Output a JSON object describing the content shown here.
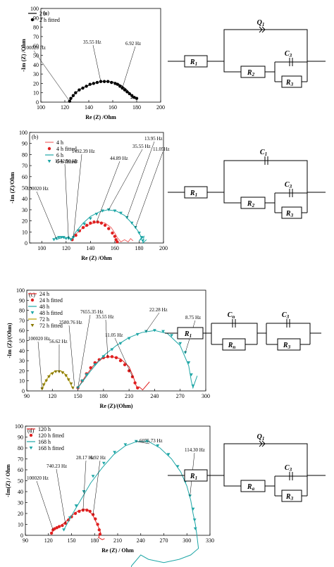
{
  "chart_data": [
    {
      "type": "scatter",
      "panel_label": "(a)",
      "xlabel": "Re (Z) /Ohm",
      "ylabel": "-Im (Z) /Ohm",
      "xlim": [
        100,
        200
      ],
      "ylim": [
        0,
        100
      ],
      "xticks": [
        100,
        120,
        140,
        160,
        180,
        200
      ],
      "yticks": [
        0,
        10,
        20,
        30,
        40,
        50,
        60,
        70,
        80,
        90,
        100
      ],
      "series": [
        {
          "name": "2 h",
          "style": "line",
          "color": "#000000",
          "x": [
            124,
            126,
            129,
            133,
            138,
            144,
            150,
            156,
            162,
            167,
            171,
            174,
            176,
            177,
            175,
            178,
            181
          ],
          "y": [
            1,
            5,
            10,
            14,
            17,
            20,
            22,
            22,
            21,
            18,
            14,
            10,
            7,
            5,
            4,
            5,
            4
          ]
        },
        {
          "name": "2 h fitted",
          "style": "dot",
          "color": "#000000",
          "x": [
            124,
            125,
            127,
            129,
            132,
            135,
            138,
            141,
            144,
            147,
            150,
            153,
            156,
            159,
            162,
            164,
            166,
            168,
            170,
            172,
            174,
            176,
            178,
            180
          ],
          "y": [
            1,
            4,
            7,
            10,
            13,
            15,
            17,
            19,
            20,
            21,
            22,
            22,
            22,
            21,
            20,
            19,
            17,
            15,
            13,
            11,
            9,
            7,
            5,
            4
          ]
        }
      ],
      "annotations": [
        {
          "text": "100020 Hz",
          "x": 124,
          "y": 1
        },
        {
          "text": "35.55 Hz",
          "x": 150,
          "y": 22
        },
        {
          "text": "6.92 Hz",
          "x": 168,
          "y": 15
        }
      ]
    },
    {
      "type": "scatter",
      "panel_label": "(b)",
      "xlabel": "Re (Z) /Ohm",
      "ylabel": "-Im (Z)/Ohm",
      "xlim": [
        90,
        200
      ],
      "ylim": [
        0,
        100
      ],
      "xticks": [
        100,
        120,
        140,
        160,
        180,
        200
      ],
      "yticks": [
        0,
        10,
        20,
        30,
        40,
        50,
        60,
        70,
        80,
        90,
        100
      ],
      "series": [
        {
          "name": "4 h",
          "style": "line",
          "color": "#f06a6a",
          "x": [
            124,
            128,
            134,
            140,
            146,
            152,
            157,
            160,
            162,
            165,
            168,
            171,
            173,
            175
          ],
          "y": [
            2,
            8,
            14,
            17,
            19,
            18,
            14,
            9,
            5,
            1,
            3,
            1,
            4,
            2
          ]
        },
        {
          "name": "4 h fitted",
          "style": "dot",
          "color": "#e02020",
          "x": [
            125,
            128,
            131,
            134,
            137,
            140,
            143,
            146,
            149,
            152,
            155,
            158,
            160,
            161,
            162
          ],
          "y": [
            3,
            7,
            11,
            14,
            16,
            18,
            19,
            19,
            18,
            16,
            13,
            9,
            6,
            3,
            1
          ]
        },
        {
          "name": "6 h",
          "style": "line",
          "color": "#1ea6a6",
          "x": [
            112,
            114,
            117,
            120,
            122,
            124,
            128,
            134,
            140,
            147,
            154,
            161,
            168,
            174,
            179,
            182,
            180,
            184,
            183,
            186
          ],
          "y": [
            3,
            4,
            5,
            4,
            6,
            3,
            10,
            18,
            24,
            28,
            30,
            29,
            25,
            18,
            11,
            5,
            2,
            6,
            0,
            3
          ]
        },
        {
          "name": "6 h fitted",
          "style": "tri",
          "color": "#1ea6a6",
          "x": [
            110,
            112,
            114,
            116,
            118,
            120,
            122,
            124,
            126,
            130,
            135,
            140,
            145,
            150,
            155,
            160,
            165,
            170,
            174,
            177,
            180,
            182,
            183
          ],
          "y": [
            3,
            4,
            5,
            5,
            5,
            4,
            4,
            3,
            5,
            11,
            17,
            22,
            26,
            29,
            30,
            29,
            27,
            23,
            18,
            14,
            9,
            5,
            2
          ]
        }
      ],
      "annotations": [
        {
          "text": "100020 Hz",
          "x": 112,
          "y": 4
        },
        {
          "text": "1542.90 Hz",
          "x": 122,
          "y": 4
        },
        {
          "text": "1492.39 Hz",
          "x": 126,
          "y": 5
        },
        {
          "text": "44.89 Hz",
          "x": 145,
          "y": 19
        },
        {
          "text": "35.55 Hz",
          "x": 155,
          "y": 30
        },
        {
          "text": "13.95 Hz",
          "x": 170,
          "y": 23
        },
        {
          "text": "11.05Hz",
          "x": 177,
          "y": 14
        }
      ]
    },
    {
      "type": "scatter",
      "panel_label": "(c)",
      "xlabel": "Re (Z)/(Ohm)",
      "ylabel": "-Im (Z)/(Ohm)",
      "xlim": [
        90,
        300
      ],
      "ylim": [
        0,
        100
      ],
      "xticks": [
        90,
        120,
        150,
        180,
        210,
        240,
        270,
        300
      ],
      "yticks": [
        0,
        10,
        20,
        30,
        40,
        50,
        60,
        70,
        80,
        90,
        100
      ],
      "series": [
        {
          "name": "24 h",
          "style": "line",
          "color": "#e02020",
          "x": [
            150,
            160,
            170,
            180,
            190,
            200,
            210,
            215,
            218,
            220,
            222,
            226,
            230,
            234
          ],
          "y": [
            3,
            16,
            27,
            33,
            34,
            32,
            24,
            14,
            6,
            2,
            4,
            1,
            5,
            9
          ]
        },
        {
          "name": "24 h fitted",
          "style": "dot",
          "color": "#e02020",
          "x": [
            150,
            155,
            160,
            165,
            170,
            175,
            180,
            185,
            190,
            195,
            200,
            205,
            210,
            214,
            217,
            220
          ],
          "y": [
            3,
            10,
            17,
            23,
            28,
            31,
            33,
            34,
            34,
            33,
            30,
            26,
            20,
            14,
            8,
            3
          ]
        },
        {
          "name": "48 h",
          "style": "line",
          "color": "#1ea6a6",
          "x": [
            150,
            165,
            180,
            195,
            210,
            225,
            240,
            255,
            270,
            280,
            283,
            285,
            287,
            290
          ],
          "y": [
            3,
            20,
            35,
            45,
            53,
            58,
            60,
            57,
            45,
            25,
            10,
            3,
            8,
            15
          ]
        },
        {
          "name": "48 h fitted",
          "style": "tri",
          "color": "#1ea6a6",
          "x": [
            150,
            155,
            160,
            170,
            180,
            190,
            200,
            210,
            220,
            230,
            240,
            250,
            260,
            270,
            276,
            280,
            283,
            285
          ],
          "y": [
            3,
            10,
            16,
            26,
            34,
            41,
            47,
            52,
            56,
            59,
            60,
            59,
            55,
            47,
            38,
            28,
            16,
            5
          ]
        },
        {
          "name": "72 h",
          "style": "line",
          "color": "#b8a000",
          "x": [
            108,
            112,
            118,
            124,
            130,
            136,
            140,
            143,
            145
          ],
          "y": [
            2,
            10,
            17,
            20,
            20,
            16,
            10,
            4,
            2
          ]
        },
        {
          "name": "72 h fitted",
          "style": "tri",
          "color": "#8a7a00",
          "x": [
            108,
            110,
            113,
            116,
            120,
            124,
            128,
            132,
            136,
            139,
            142,
            144
          ],
          "y": [
            2,
            6,
            10,
            14,
            17,
            19,
            19,
            18,
            15,
            11,
            7,
            3
          ]
        }
      ],
      "annotations": [
        {
          "text": "7655.35 Hz",
          "x": 150,
          "y": 3
        },
        {
          "text": "35.55 Hz",
          "x": 185,
          "y": 34
        },
        {
          "text": "22.28 Hz",
          "x": 230,
          "y": 59
        },
        {
          "text": "8.75 Hz",
          "x": 276,
          "y": 38
        },
        {
          "text": "2580.76 Hz",
          "x": 146,
          "y": 5
        },
        {
          "text": "11.05 Hz",
          "x": 214,
          "y": 14
        },
        {
          "text": "56.62 Hz",
          "x": 128,
          "y": 19
        },
        {
          "text": "100020 Hz",
          "x": 108,
          "y": 2
        }
      ]
    },
    {
      "type": "scatter",
      "panel_label": "(d)",
      "xlabel": "Re (Z) / Ohm",
      "ylabel": "-Im(Z) / Ohm",
      "xlim": [
        90,
        330
      ],
      "ylim": [
        0,
        100
      ],
      "xticks": [
        90,
        120,
        150,
        180,
        210,
        240,
        270,
        300,
        330
      ],
      "yticks": [
        0,
        10,
        20,
        30,
        40,
        50,
        60,
        70,
        80,
        90,
        100
      ],
      "series": [
        {
          "name": "120 h",
          "style": "line",
          "color": "#e02020",
          "x": [
            124,
            128,
            134,
            142,
            150,
            158,
            166,
            172,
            178,
            182,
            186,
            188,
            185,
            190,
            193
          ],
          "y": [
            2,
            6,
            8,
            12,
            18,
            22,
            24,
            23,
            18,
            12,
            6,
            2,
            -2,
            -4,
            -3
          ]
        },
        {
          "name": "120 h fitted",
          "style": "dot",
          "color": "#e02020",
          "x": [
            124,
            126,
            128,
            131,
            134,
            138,
            142,
            146,
            150,
            155,
            160,
            165,
            170,
            174,
            178,
            181,
            184,
            186,
            187
          ],
          "y": [
            2,
            5,
            6,
            7,
            8,
            9,
            11,
            14,
            17,
            20,
            22,
            23,
            23,
            22,
            19,
            15,
            10,
            5,
            1
          ]
        },
        {
          "name": "168 h",
          "style": "line",
          "color": "#1ea6a6",
          "x": [
            140,
            150,
            160,
            175,
            190,
            205,
            220,
            235,
            250,
            265,
            280,
            292,
            300,
            305,
            308,
            311,
            313,
            315,
            305,
            290,
            270,
            250,
            240,
            228,
            225,
            222,
            218
          ],
          "y": [
            5,
            18,
            30,
            48,
            62,
            74,
            82,
            86,
            86,
            80,
            70,
            58,
            45,
            32,
            20,
            10,
            0,
            -12,
            -18,
            -22,
            -25,
            -22,
            -18,
            -28,
            -40,
            -48,
            -52
          ]
        },
        {
          "name": "168 h fitted",
          "style": "tri",
          "color": "#1ea6a6",
          "x": [
            140,
            148,
            156,
            166,
            178,
            192,
            206,
            220,
            234,
            248,
            262,
            276,
            288,
            298,
            304,
            308,
            310,
            311
          ],
          "y": [
            5,
            16,
            27,
            40,
            54,
            66,
            76,
            83,
            86,
            86,
            82,
            74,
            63,
            49,
            36,
            24,
            14,
            6
          ]
        }
      ],
      "annotations": [
        {
          "text": "6075.73 Hz",
          "x": 234,
          "y": 86
        },
        {
          "text": "114.30 Hz",
          "x": 304,
          "y": 36
        },
        {
          "text": "740.23 Hz",
          "x": 142,
          "y": 11
        },
        {
          "text": "28.17 Hz",
          "x": 165,
          "y": 23
        },
        {
          "text": "6.92 Hz",
          "x": 178,
          "y": 19
        },
        {
          "text": "100020 Hz",
          "x": 126,
          "y": 5
        }
      ]
    }
  ],
  "circuits": [
    {
      "labels": {
        "r1": "R",
        "r1s": "1",
        "q": "Q",
        "qs": "1",
        "r2": "R",
        "r2s": "2",
        "c": "C",
        "cs": "3",
        "r3": "R",
        "r3s": "3"
      }
    },
    {
      "labels": {
        "r1": "R",
        "r1s": "1",
        "q": "C",
        "qs": "1",
        "r2": "R",
        "r2s": "2",
        "c": "C",
        "cs": "3",
        "r3": "R",
        "r3s": "3"
      }
    },
    {
      "labels": {
        "r1": "R",
        "r1s": "1",
        "cn": "C",
        "cns": "n",
        "rn": "R",
        "rns": "n",
        "c": "C",
        "cs": "3",
        "r3": "R",
        "r3s": "3"
      }
    },
    {
      "labels": {
        "r1": "R",
        "r1s": "1",
        "q": "Q",
        "qs": "1",
        "r2": "R",
        "r2s": "a",
        "c": "C",
        "cs": "3",
        "r3": "R",
        "r3s": "3"
      }
    }
  ]
}
